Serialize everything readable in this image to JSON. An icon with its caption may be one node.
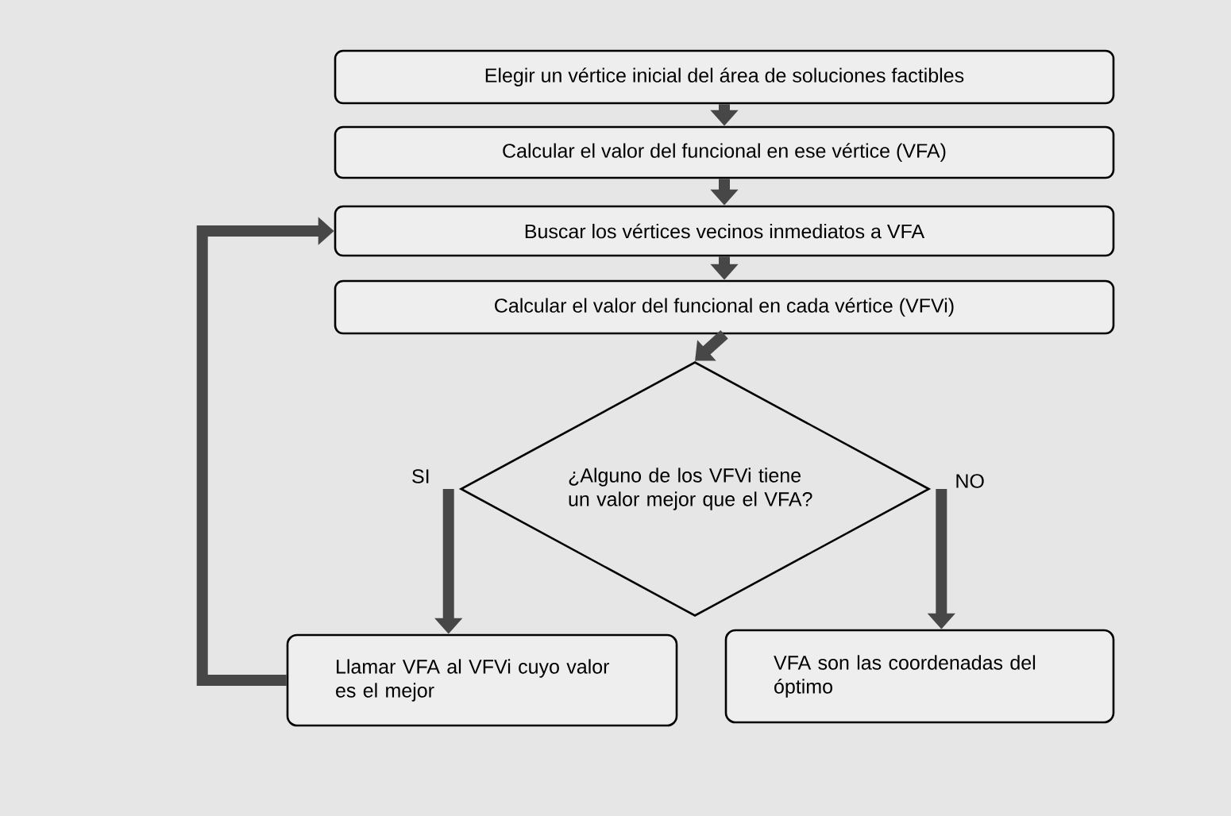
{
  "diagram": {
    "nodes": [
      {
        "text": [
          "Elegir un vértice inicial del área de soluciones factibles"
        ]
      },
      {
        "text": [
          "Calcular el valor del funcional en ese vértice (VFA)"
        ]
      },
      {
        "text": [
          "Buscar los vértices vecinos inmediatos a VFA"
        ]
      },
      {
        "text": [
          "Calcular el valor del funcional en cada vértice (VFVi)"
        ]
      },
      {
        "text": [
          "¿Alguno de los VFVi tiene un valor mejor que el VFA?"
        ]
      },
      {
        "text": [
          "Llamar VFA al VFVi cuyo valor es el mejor"
        ]
      },
      {
        "text": [
          "VFA son las coordenadas del óptimo"
        ]
      }
    ],
    "edges": [
      {
        "from": 0,
        "to": 1,
        "arrow": "to"
      },
      {
        "from": 1,
        "to": 2,
        "arrow": "to"
      },
      {
        "from": 2,
        "to": 3,
        "arrow": "to"
      },
      {
        "from": 3,
        "to": 4,
        "arrow": "to"
      },
      {
        "from": 4,
        "to": 5,
        "arrow": "to",
        "label": "SI"
      },
      {
        "from": 4,
        "to": 6,
        "arrow": "to",
        "label": "NO"
      },
      {
        "from": 5,
        "to": 2,
        "arrow": "to"
      }
    ]
  }
}
